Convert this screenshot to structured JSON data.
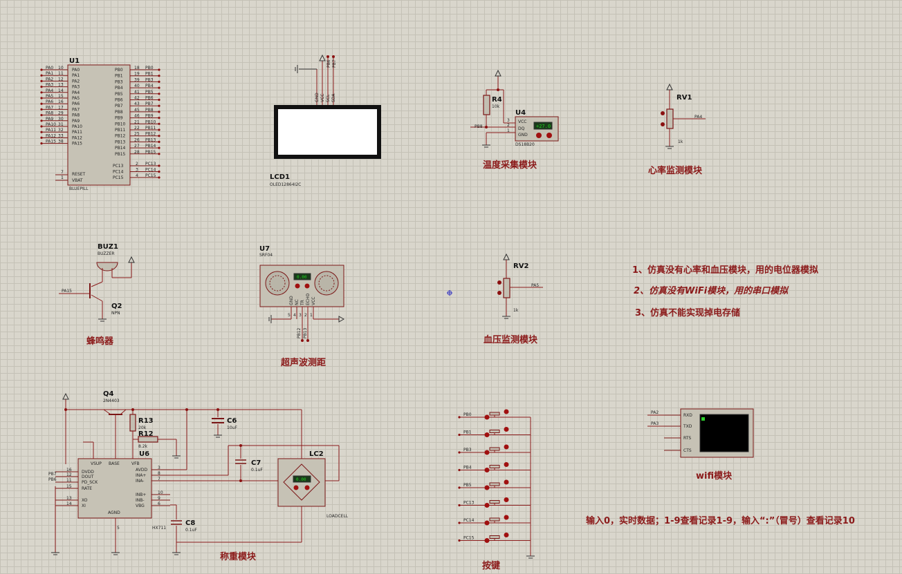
{
  "modules": {
    "temperature": "温度采集模块",
    "heart_rate": "心率监测模块",
    "buzzer": "蜂鸣器",
    "ultrasonic": "超声波测距",
    "blood_pressure": "血压监测模块",
    "weighing": "称重模块",
    "keys": "按键",
    "wifi": "wifi模块"
  },
  "notes": [
    "1、仿真没有心率和血压模块，用的电位器模拟",
    "2、仿真没有WiFi模块，用的串口模拟",
    "3、仿真不能实现掉电存储"
  ],
  "instruction": "输入0，实时数据；1-9查看记录1-9，输入“:”（冒号）查看记录10",
  "u1": {
    "ref": "U1",
    "part": "BLUEPILL",
    "left_pins": [
      "PA0",
      "PA1",
      "PA2",
      "PA3",
      "PA4",
      "PA5",
      "PA6",
      "PA7",
      "PA8",
      "PA9",
      "PA10",
      "PA11",
      "PA12",
      "PA15"
    ],
    "left_nums": [
      "10",
      "11",
      "12",
      "13",
      "14",
      "15",
      "16",
      "17",
      "29",
      "30",
      "31",
      "32",
      "33",
      "38"
    ],
    "right_pins": [
      "PB0",
      "PB1",
      "PB3",
      "PB4",
      "PB5",
      "PB6",
      "PB7",
      "PB8",
      "PB9",
      "PB10",
      "PB11",
      "PB12",
      "PB13",
      "PB14",
      "PB15"
    ],
    "right_nums": [
      "18",
      "19",
      "39",
      "40",
      "41",
      "42",
      "43",
      "45",
      "46",
      "21",
      "22",
      "25",
      "26",
      "27",
      "28"
    ],
    "pc_pins": [
      "PC13",
      "PC14",
      "PC15"
    ],
    "pc_nums": [
      "2",
      "3",
      "4"
    ],
    "reset": "RESET",
    "vbat": "VBAT",
    "reset_num": "7",
    "vbat_num": "1"
  },
  "lcd": {
    "ref": "LCD1",
    "part": "OLED12864I2C",
    "pins": [
      "GND",
      "VCC",
      "SCL",
      "SDA"
    ],
    "nets": [
      "PB6",
      "PB7"
    ]
  },
  "u4": {
    "ref": "U4",
    "part": "DS18B20",
    "pins": [
      "VCC",
      "DQ",
      "GND"
    ],
    "nums": [
      "3",
      "2",
      "1"
    ],
    "net": "PB8",
    "r_ref": "R4",
    "r_val": "10k",
    "reading": "+27.0"
  },
  "rv1": {
    "ref": "RV1",
    "val": "1k",
    "net": "PA4"
  },
  "buz": {
    "ref": "BUZ1",
    "part": "BUZZER",
    "q_ref": "Q2",
    "q_part": "NPN",
    "net": "PA15"
  },
  "u7": {
    "ref": "U7",
    "part": "SRF04",
    "pins": [
      "GND",
      "NC",
      "TR",
      "ECHO",
      "VCC"
    ],
    "nums": [
      "5",
      "4",
      "3",
      "2",
      "1"
    ],
    "nets": [
      "PB12",
      "PB13"
    ],
    "reading": "0.00"
  },
  "rv2": {
    "ref": "RV2",
    "val": "1k",
    "net": "PA5"
  },
  "u6": {
    "ref": "U6",
    "part": "HX711",
    "top_pins": [
      "VSUP",
      "BASE",
      "VFB"
    ],
    "left_pins": [
      "DVDD",
      "DOUT",
      "PD_SCK",
      "RATE",
      "XO",
      "XI"
    ],
    "left_nums": [
      "16",
      "12",
      "11",
      "15",
      "13",
      "14"
    ],
    "right_pins": [
      "AVDD",
      "INA+",
      "INA-",
      "INB+",
      "INB-",
      "VBG"
    ],
    "right_nums": [
      "3",
      "8",
      "7",
      "10",
      "9",
      "6"
    ],
    "bottom": "AGND",
    "bottom_num": "5",
    "nets": [
      "PB7",
      "PB6"
    ]
  },
  "q4": {
    "ref": "Q4",
    "part": "2N4403"
  },
  "r13": {
    "ref": "R13",
    "val": "20k"
  },
  "r12": {
    "ref": "R12",
    "val": "8.2k"
  },
  "c6": {
    "ref": "C6",
    "val": "10uF"
  },
  "c7": {
    "ref": "C7",
    "val": "0.1uF"
  },
  "c8": {
    "ref": "C8",
    "val": "0.1uF"
  },
  "lc2": {
    "ref": "LC2",
    "part": "LOADCELL",
    "reading": "0.00"
  },
  "key_nets": [
    "PB0",
    "PB1",
    "PB3",
    "PB4",
    "PB5",
    "PC13",
    "PC14",
    "PC15"
  ],
  "uart": {
    "pins": [
      "RXD",
      "TXD",
      "RTS",
      "CTS"
    ],
    "nets": [
      "PA2",
      "PA3"
    ]
  },
  "colors": {
    "wire": "#8b1c1c",
    "title": "#8b1a1a",
    "background": "#d9d6cc",
    "grid": "#c4c1b6"
  }
}
